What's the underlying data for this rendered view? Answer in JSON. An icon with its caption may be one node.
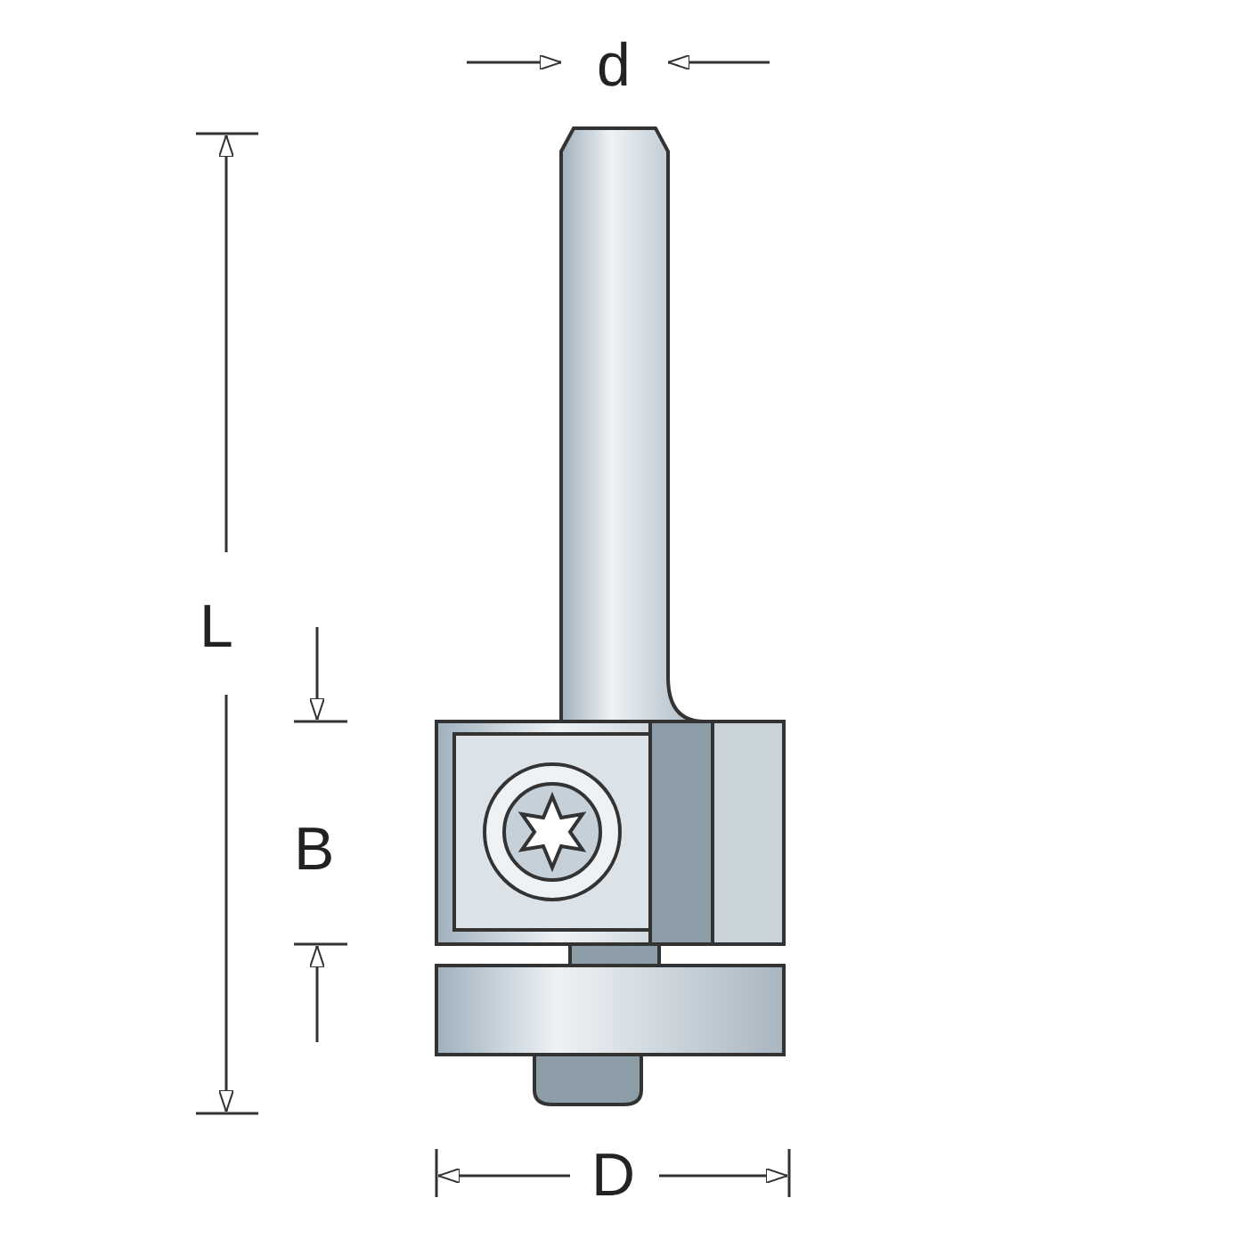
{
  "diagram": {
    "labels": [
      "d",
      "L",
      "B",
      "D"
    ]
  }
}
